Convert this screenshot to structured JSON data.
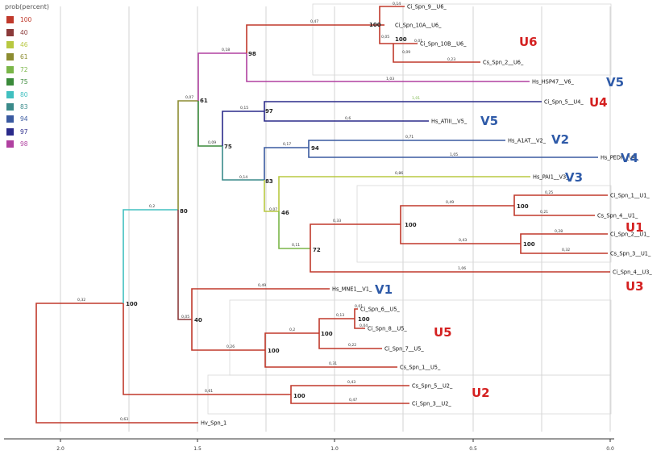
{
  "legend": {
    "title": "prob(percent)",
    "items": [
      {
        "label": "100",
        "color": "#c0392b"
      },
      {
        "label": "40",
        "color": "#8b3a3a"
      },
      {
        "label": "46",
        "color": "#b8c840"
      },
      {
        "label": "61",
        "color": "#8c8c30"
      },
      {
        "label": "72",
        "color": "#7ab648"
      },
      {
        "label": "75",
        "color": "#3a8a3a"
      },
      {
        "label": "80",
        "color": "#40c0c0"
      },
      {
        "label": "83",
        "color": "#3a8a8a"
      },
      {
        "label": "94",
        "color": "#3a5aa0"
      },
      {
        "label": "97",
        "color": "#2a2a8a"
      },
      {
        "label": "98",
        "color": "#b040a0"
      }
    ]
  },
  "axis": {
    "ticks": [
      "2.0",
      "1.5",
      "1.0",
      "0.5",
      "0.0"
    ]
  },
  "leaves": [
    {
      "id": "ci9",
      "label": "Ci_Spn_9__U6_"
    },
    {
      "id": "ci10a",
      "label": "Ci_Spn_10A__U6_"
    },
    {
      "id": "ci10b",
      "label": "Ci_Spn_10B__U6_"
    },
    {
      "id": "cs2",
      "label": "Cs_Spn_2__U6_"
    },
    {
      "id": "hsp47",
      "label": "Hs_HSP47__V6_"
    },
    {
      "id": "ci5",
      "label": "Ci_Spn_5__U4_"
    },
    {
      "id": "atiii",
      "label": "Hs_ATIII__V5_"
    },
    {
      "id": "a1at",
      "label": "Hs_A1AT__V2_"
    },
    {
      "id": "pedf",
      "label": "Hs_PEDF__V4_"
    },
    {
      "id": "pai1",
      "label": "Hs_PAI1__V3_"
    },
    {
      "id": "ci1",
      "label": "Ci_Spn_1__U1_"
    },
    {
      "id": "cs4",
      "label": "Cs_Spn_4__U1_"
    },
    {
      "id": "ci2",
      "label": "Ci_Spn_2__U1_"
    },
    {
      "id": "cs3",
      "label": "Cs_Spn_3__U1_"
    },
    {
      "id": "ci4",
      "label": "Ci_Spn_4__U3_"
    },
    {
      "id": "mne1",
      "label": "Hs_MNE1__V1_"
    },
    {
      "id": "ci6",
      "label": "Ci_Spn_6__U5_"
    },
    {
      "id": "ci8",
      "label": "Ci_Spn_8__U5_"
    },
    {
      "id": "ci7",
      "label": "Ci_Spn_7__U5_"
    },
    {
      "id": "cs1",
      "label": "Cs_Spn_1__U5_"
    },
    {
      "id": "cs5",
      "label": "Cs_Spn_5__U2_"
    },
    {
      "id": "ci3",
      "label": "Ci_Spn_3__U2_"
    },
    {
      "id": "hv1",
      "label": "Hv_Spn_1"
    }
  ],
  "node_support": {
    "u6top": "100",
    "u6b": "100",
    "n98": "98",
    "n97": "97",
    "n94": "94",
    "n75": "75",
    "n61": "61",
    "u1a": "100",
    "u1b": "100",
    "u1": "100",
    "n72": "72",
    "n46": "46",
    "n83": "83",
    "n80": "80",
    "u5a": "100",
    "u5b": "100",
    "u5c": "100",
    "n40": "40",
    "u2": "100",
    "n100b": "100"
  },
  "branch_lengths": {
    "ci9": "0,14",
    "u6top_b": "0,47",
    "ci10a": "0,05",
    "ci10b": "0,01",
    "u6b_b": "0,09",
    "cs2": "0,23",
    "n98_b": "0,18",
    "hsp47": "1,03",
    "ci5": "1,01",
    "n97_b": "0,15",
    "atiii": "0,6",
    "n61_b": "0,07",
    "n75_b": "0,09",
    "a1at": "0,71",
    "n94_b": "0,17",
    "pedf": "1,05",
    "n83_b": "0,14",
    "pai1": "0,86",
    "n46_b": "0,07",
    "ci1": "0,25",
    "u1a_b": "0,49",
    "cs4": "0,21",
    "u1_b": "0,33",
    "ci2": "0,28",
    "u1b_b": "0,43",
    "cs3": "0,32",
    "n72_b": "0,11",
    "ci4": "1,06",
    "n80_b": "0,2",
    "mne1": "0,49",
    "n40_b": "0,05",
    "ci6": "0,01",
    "u5a_b": "0,13",
    "ci8": "0,04",
    "u5b_b": "0,2",
    "ci7": "0,22",
    "u5c_b": "0,26",
    "cs1": "0,31",
    "root_b": "0,32",
    "u2_b": "0,61",
    "cs5": "0,43",
    "ci3": "0,47",
    "hv1": "0,63"
  },
  "group_labels": [
    {
      "id": "g-u6",
      "text": "U6",
      "color": "#d42020"
    },
    {
      "id": "g-v5a",
      "text": "V5",
      "color": "#2e5aa8"
    },
    {
      "id": "g-u4",
      "text": "U4",
      "color": "#d42020"
    },
    {
      "id": "g-v5b",
      "text": "V5",
      "color": "#2e5aa8"
    },
    {
      "id": "g-v2",
      "text": "V2",
      "color": "#2e5aa8"
    },
    {
      "id": "g-v4",
      "text": "V4",
      "color": "#2e5aa8"
    },
    {
      "id": "g-v3",
      "text": "V3",
      "color": "#2e5aa8"
    },
    {
      "id": "g-u1",
      "text": "U1",
      "color": "#d42020"
    },
    {
      "id": "g-u3",
      "text": "U3",
      "color": "#d42020"
    },
    {
      "id": "g-v1",
      "text": "V1",
      "color": "#2e5aa8"
    },
    {
      "id": "g-u5",
      "text": "U5",
      "color": "#d42020"
    },
    {
      "id": "g-u2",
      "text": "U2",
      "color": "#d42020"
    }
  ]
}
